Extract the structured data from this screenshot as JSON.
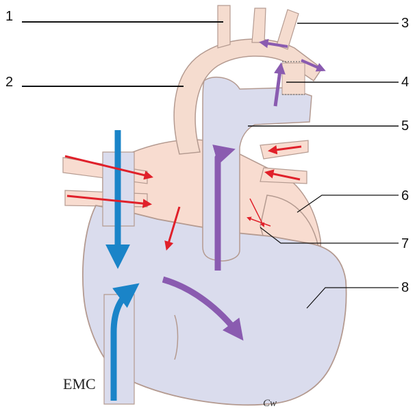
{
  "labels": [
    {
      "id": "1",
      "text": "1"
    },
    {
      "id": "2",
      "text": "2"
    },
    {
      "id": "3",
      "text": "3"
    },
    {
      "id": "4",
      "text": "4"
    },
    {
      "id": "5",
      "text": "5"
    },
    {
      "id": "6",
      "text": "6"
    },
    {
      "id": "7",
      "text": "7"
    },
    {
      "id": "8",
      "text": "8"
    }
  ],
  "signature": "EMC",
  "artist_mark": "Cw",
  "colors": {
    "venous_blood": "#1a84c8",
    "mixed_flow": "#8a5bb0",
    "arterial_blood": "#e0202a",
    "heart_fill": "#dadced",
    "left_side_fill": "#f8dcd0",
    "aorta_fill": "#f5dccf",
    "outline": "#b49a90"
  }
}
